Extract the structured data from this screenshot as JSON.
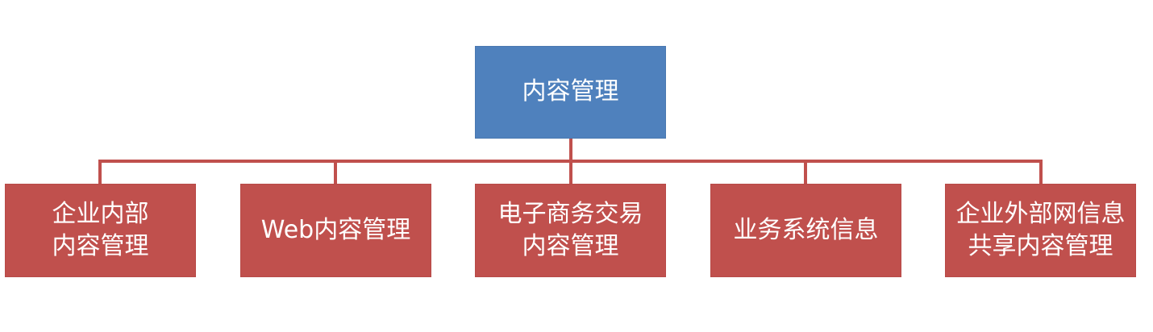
{
  "diagram": {
    "root": {
      "label": "内容管理"
    },
    "children": [
      {
        "label": "企业内部\n内容管理"
      },
      {
        "label": "Web内容管理"
      },
      {
        "label": "电子商务交易\n内容管理"
      },
      {
        "label": "业务系统信息"
      },
      {
        "label": "企业外部网信息\n共享内容管理"
      }
    ],
    "colors": {
      "root_fill": "#4f81bd",
      "child_fill": "#c0504d",
      "connector": "#c0504d",
      "text": "#ffffff"
    }
  }
}
